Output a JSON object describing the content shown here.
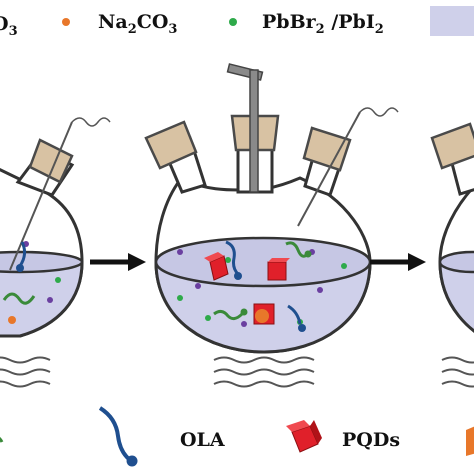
{
  "legend": {
    "top": {
      "item1_label": "O",
      "item1_sub": "3",
      "item2_formula_parts": [
        "Na",
        "2",
        "CO",
        "3"
      ],
      "item3_formula_parts": [
        "PbBr",
        "2",
        " /PbI",
        "2"
      ]
    },
    "bottom": {
      "ola_label": "OLA",
      "pqds_label": "PQDs"
    }
  },
  "colors": {
    "na2co3_dot": "#e8772a",
    "pbbr2_dot": "#2eaa4a",
    "solvent_dot": "#6a3fa0",
    "ola_chain": "#1f4f8f",
    "oa_chain": "#3a8a3a",
    "pqd_cube": "#e0202a",
    "solution_fill": "#cfd0ea",
    "cork_fill": "#d8c2a3"
  },
  "icons": [
    "flask-icon",
    "arrow-right-icon",
    "cork-icon",
    "thermometer-icon",
    "heating-waves-icon",
    "ola-molecule-icon",
    "pqd-cube-icon"
  ]
}
